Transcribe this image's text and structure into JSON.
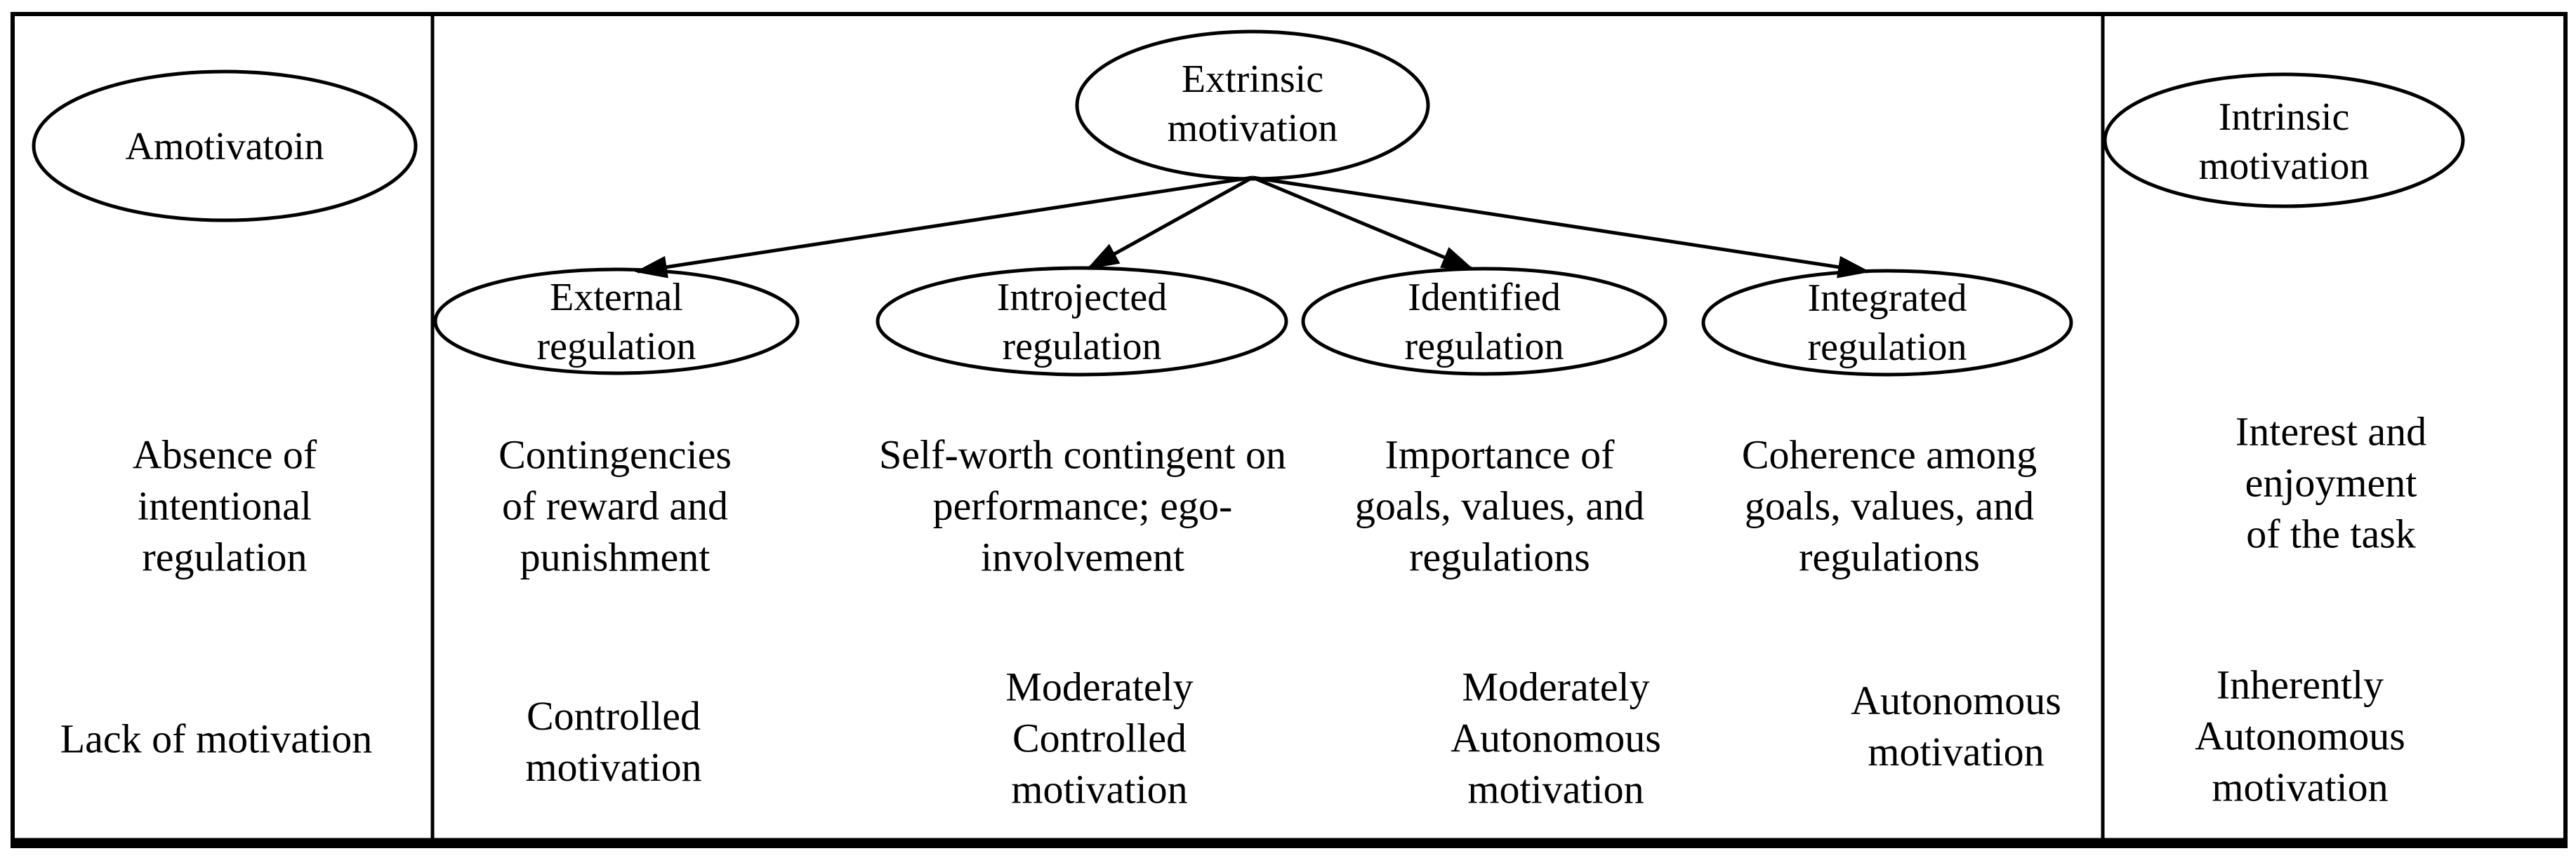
{
  "colors": {
    "ink": "#000000",
    "background": "#ffffff"
  },
  "columns": [
    {
      "id": "amotivation",
      "node_label": "Amotivatoin",
      "description": "Absence of\nintentional\nregulation",
      "motivation_type": "Lack of motivation"
    },
    {
      "id": "extrinsic-motivation",
      "node_label": "Extrinsic\nmotivation",
      "subnodes": [
        {
          "id": "external-regulation",
          "node_label": "External\nregulation",
          "description": "Contingencies\nof reward and\npunishment",
          "motivation_type": "Controlled\nmotivation"
        },
        {
          "id": "introjected-regulation",
          "node_label": "Introjected\nregulation",
          "description": "Self-worth contingent on\nperformance; ego-\ninvolvement",
          "motivation_type": "Moderately\nControlled\nmotivation"
        },
        {
          "id": "identified-regulation",
          "node_label": "Identified\nregulation",
          "description": "Importance of\ngoals, values, and\nregulations",
          "motivation_type": "Moderately\nAutonomous\nmotivation"
        },
        {
          "id": "integrated-regulation",
          "node_label": "Integrated\nregulation",
          "description": "Coherence among\ngoals, values, and\nregulations",
          "motivation_type": "Autonomous\nmotivation"
        }
      ]
    },
    {
      "id": "intrinsic-motivation",
      "node_label": "Intrinsic\nmotivation",
      "description": "Interest and enjoyment\nof the task",
      "motivation_type": "Inherently\nAutonomous\nmotivation"
    }
  ]
}
